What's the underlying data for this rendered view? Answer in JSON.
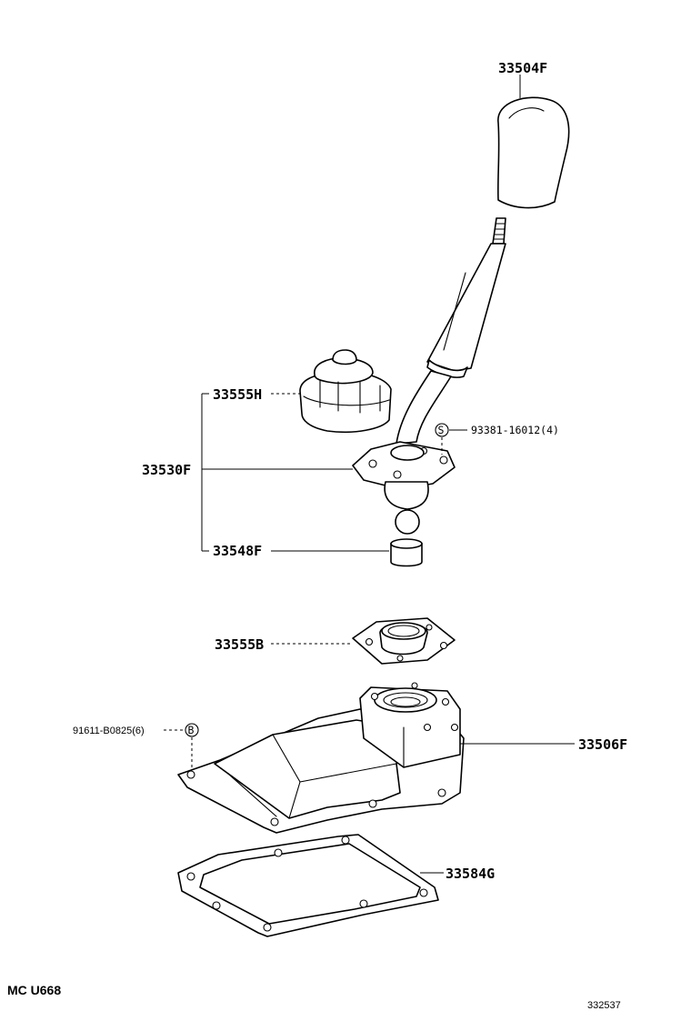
{
  "parts": {
    "knob": "33504F",
    "boot": "33555H",
    "lever_assy": "33530F",
    "bushing": "33548F",
    "retainer": "33555B",
    "housing": "33506F",
    "gasket": "33584G",
    "screw": "93381-16012(4)",
    "bolt": "91611-B0825(6)"
  },
  "markers": {
    "screw_symbol": "S",
    "bolt_symbol": "B"
  },
  "footer": {
    "left_code": "MC  U668",
    "figure_id": "332537"
  }
}
